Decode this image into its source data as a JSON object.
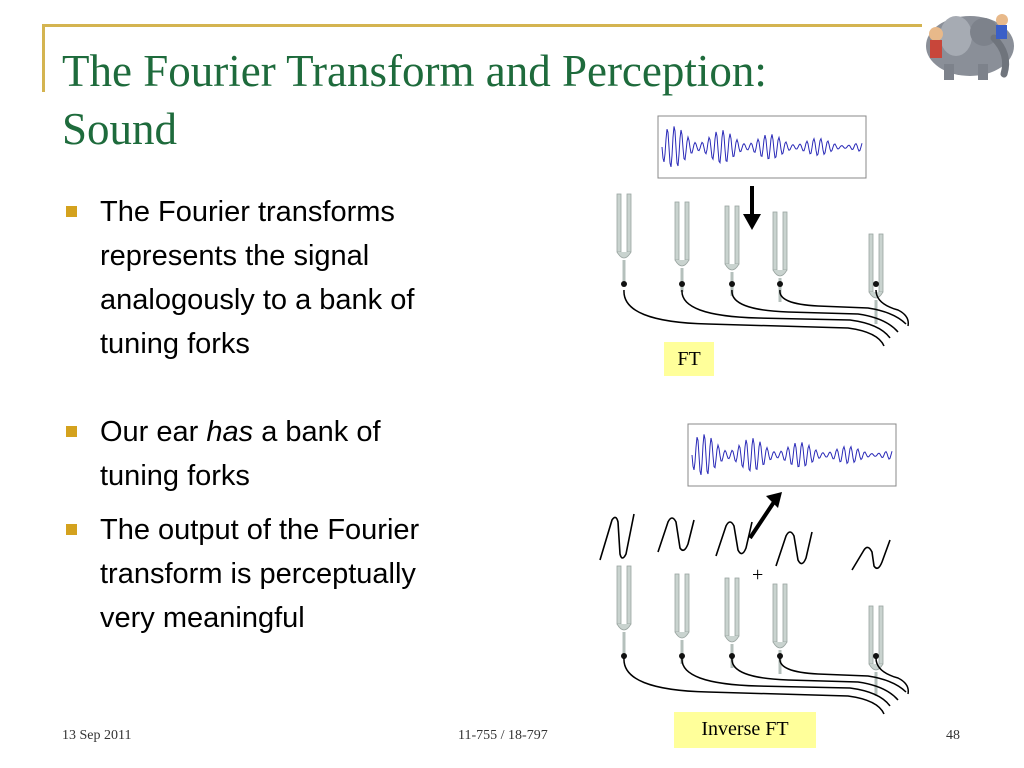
{
  "title": {
    "line1": "The Fourier Transform and Perception:",
    "line2": "Sound"
  },
  "bullets": [
    {
      "lines": [
        "The Fourier transforms",
        "represents the signal",
        "analogously to a bank of",
        "tuning forks"
      ]
    },
    {
      "line1_pre": "Our ear ",
      "line1_em": "has",
      "line1_post": " a bank of",
      "line2": "tuning forks"
    },
    {
      "lines": [
        "The output of the Fourier",
        "transform is perceptually",
        "very meaningful"
      ]
    }
  ],
  "labels": {
    "ft": "FT",
    "inverse_ft": "Inverse FT",
    "plus": "+"
  },
  "footer": {
    "date": "13 Sep 2011",
    "course": "11-755 / 18-797",
    "page": "48"
  },
  "colors": {
    "title": "#1e6b3c",
    "accent": "#d4b450",
    "bullet": "#d4a21e",
    "label_bg": "#ffff9a",
    "waveform": "#2a2ab8"
  }
}
